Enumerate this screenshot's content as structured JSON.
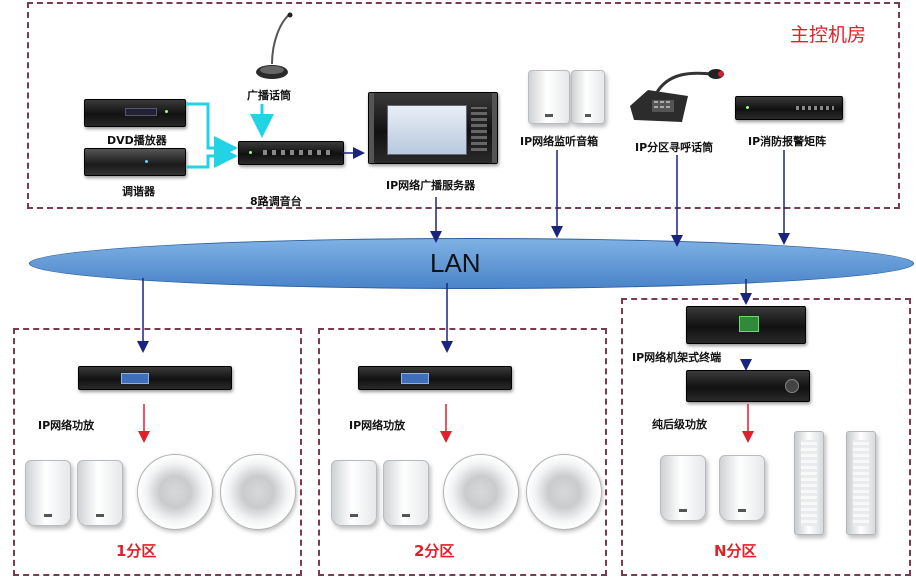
{
  "main_room": {
    "title": "主控机房"
  },
  "devices": {
    "dvd": "DVD播放器",
    "tuner": "调谐器",
    "mic": "广播话筒",
    "mixer": "8路调音台",
    "server": "IP网络广播服务器",
    "monitor_speakers": "IP网络监听音箱",
    "zone_paging_mic": "IP分区寻呼话筒",
    "fire_matrix": "IP消防报警矩阵"
  },
  "network": {
    "label": "LAN"
  },
  "zones": [
    {
      "amp_label": "IP网络功放",
      "name": "1分区"
    },
    {
      "amp_label": "IP网络功放",
      "name": "2分区"
    },
    {
      "terminal_label": "IP网络机架式终端",
      "amp_label": "纯后级功放",
      "name": "N分区"
    }
  ],
  "colors": {
    "zone_border": "#7a3b52",
    "lan_fill": "#5e96d6",
    "arrow_red": "#e0202a",
    "arrow_blue": "#1a237e",
    "arrow_cyan": "#22d3e6"
  }
}
